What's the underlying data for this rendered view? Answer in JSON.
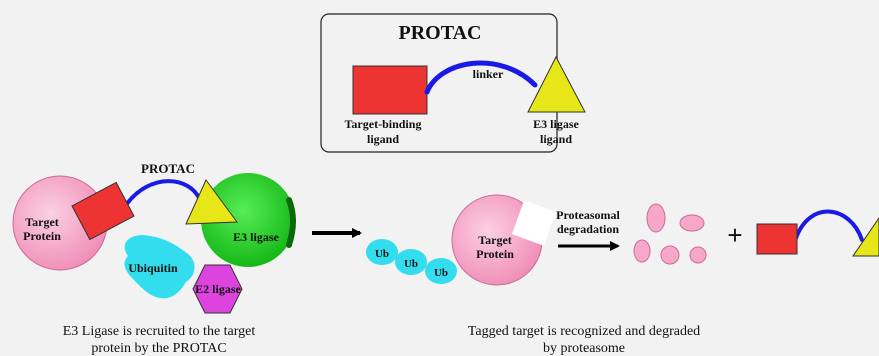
{
  "colors": {
    "background": "#f2f2f2",
    "target_protein": "#f7a8c8",
    "ligand_square": "#ee3333",
    "e3_ligand_triangle": "#e6e619",
    "linker": "#1a1ae6",
    "e3_ligase": "#22cc22",
    "e2_ligase": "#dd44dd",
    "ubiquitin": "#33ddee",
    "fragments": "#f7a8c8",
    "arrow": "#000000"
  },
  "legend_box": {
    "title": "PROTAC",
    "linker_label": "linker",
    "target_binding_label_line1": "Target-binding",
    "target_binding_label_line2": "ligand",
    "e3_ligand_label_line1": "E3 ligase",
    "e3_ligand_label_line2": "ligand"
  },
  "left_panel": {
    "protac_label": "PROTAC",
    "target_protein_line1": "Target",
    "target_protein_line2": "Protein",
    "e3_ligase_label": "E3 ligase",
    "ubiquitin_label": "Ubiquitin",
    "e2_ligase_label": "E2 ligase",
    "caption_line1": "E3 Ligase is recruited to the target",
    "caption_line2": "protein by the PROTAC"
  },
  "right_panel": {
    "ub_labels": [
      "Ub",
      "Ub",
      "Ub"
    ],
    "target_protein_line1": "Target",
    "target_protein_line2": "Protein",
    "step_label_line1": "Proteasomal",
    "step_label_line2": "degradation",
    "plus_sign": "+",
    "caption_line1": "Tagged target is recognized and degraded",
    "caption_line2": "by proteasome"
  }
}
